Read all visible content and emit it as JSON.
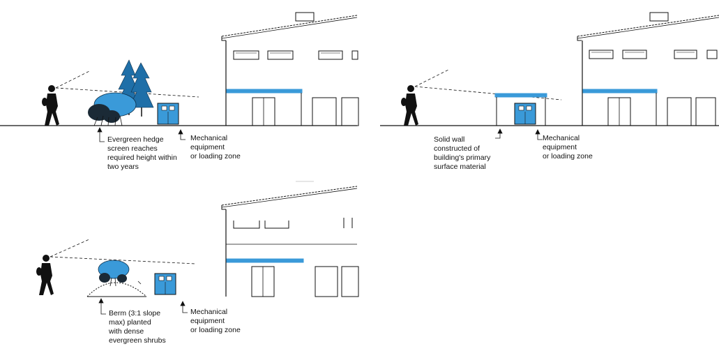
{
  "panels": [
    {
      "id": "hedge",
      "note_lines": [
        "Evergreen hedge",
        "screen reaches",
        "required height within",
        "two years"
      ],
      "equipment_lines": [
        "Mechanical",
        "equipment",
        "or loading zone"
      ]
    },
    {
      "id": "wall",
      "note_lines": [
        "Solid wall",
        "constructed of",
        "building's primary",
        "surface material"
      ],
      "equipment_lines": [
        "Mechanical",
        "equipment",
        "or loading zone"
      ]
    },
    {
      "id": "berm",
      "note_lines": [
        "Berm (3:1 slope",
        "max) planted",
        "with dense",
        "evergreen shrubs"
      ],
      "equipment_lines": [
        "Mechanical",
        "equipment",
        "or loading zone"
      ]
    }
  ],
  "colors": {
    "accent": "#3a9ad9",
    "accent_dark": "#1f6fa8",
    "line": "#111111",
    "background": "#ffffff"
  }
}
